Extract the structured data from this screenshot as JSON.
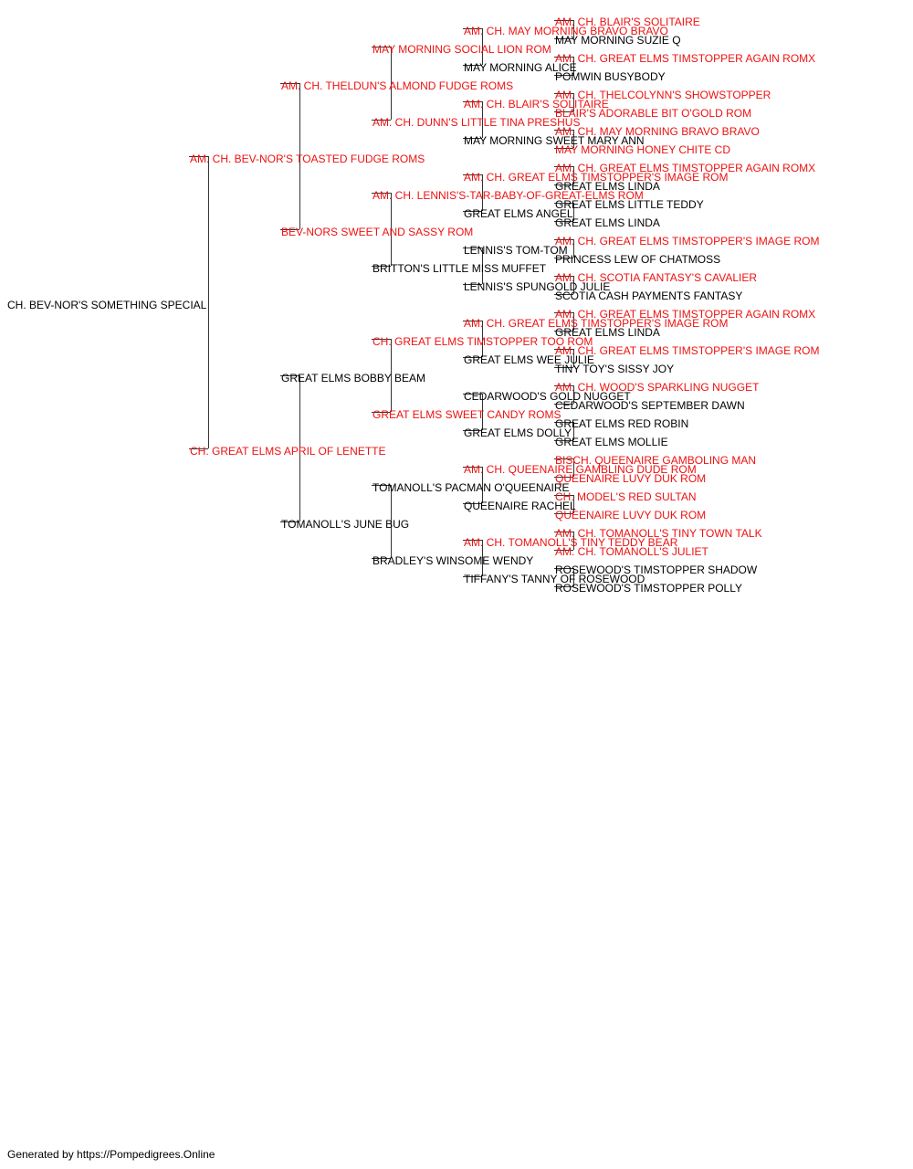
{
  "colors": {
    "titled": "#ee1111",
    "plain": "#000000",
    "line": "#333333"
  },
  "pedigree": {
    "name": "CH. BEV-NOR'S SOMETHING SPECIAL",
    "titled": false,
    "sire": {
      "name": "AM. CH. BEV-NOR'S TOASTED FUDGE ROMS",
      "titled": true,
      "sire": {
        "name": "AM. CH. THELDUN'S ALMOND FUDGE ROMS",
        "titled": true,
        "sire": {
          "name": "MAY MORNING SOCIAL LION ROM",
          "titled": true,
          "sire": {
            "name": "AM. CH. MAY MORNING BRAVO BRAVO",
            "titled": true,
            "sire": {
              "name": "AM. CH. BLAIR'S SOLITAIRE",
              "titled": true
            },
            "dam": {
              "name": "MAY MORNING SUZIE Q",
              "titled": false
            }
          },
          "dam": {
            "name": "MAY MORNING ALICE",
            "titled": false,
            "sire": {
              "name": "AM. CH. GREAT ELMS TIMSTOPPER AGAIN ROMX",
              "titled": true
            },
            "dam": {
              "name": "POMWIN BUSYBODY",
              "titled": false
            }
          }
        },
        "dam": {
          "name": "AM. CH. DUNN'S LITTLE TINA PRESHUS",
          "titled": true,
          "sire": {
            "name": "AM. CH. BLAIR'S SOLITAIRE",
            "titled": true,
            "sire": {
              "name": "AM. CH. THELCOLYNN'S SHOWSTOPPER",
              "titled": true
            },
            "dam": {
              "name": "BLAIR'S ADORABLE BIT O'GOLD ROM",
              "titled": true
            }
          },
          "dam": {
            "name": "MAY MORNING SWEET MARY ANN",
            "titled": false,
            "sire": {
              "name": "AM. CH. MAY MORNING BRAVO BRAVO",
              "titled": true
            },
            "dam": {
              "name": "MAY MORNING HONEY CHITE CD",
              "titled": true
            }
          }
        }
      },
      "dam": {
        "name": "BEV-NORS SWEET AND SASSY ROM",
        "titled": true,
        "sire": {
          "name": "AM. CH. LENNIS'S-TAR-BABY-OF-GREAT-ELMS ROM",
          "titled": true,
          "sire": {
            "name": "AM. CH. GREAT ELMS TIMSTOPPER'S IMAGE ROM",
            "titled": true,
            "sire": {
              "name": "AM. CH. GREAT ELMS TIMSTOPPER AGAIN ROMX",
              "titled": true
            },
            "dam": {
              "name": "GREAT ELMS LINDA",
              "titled": false
            }
          },
          "dam": {
            "name": "GREAT ELMS ANGEL",
            "titled": false,
            "sire": {
              "name": "GREAT ELMS LITTLE TEDDY",
              "titled": false
            },
            "dam": {
              "name": "GREAT ELMS LINDA",
              "titled": false
            }
          }
        },
        "dam": {
          "name": "BRITTON'S LITTLE MISS MUFFET",
          "titled": false,
          "sire": {
            "name": "LENNIS'S TOM-TOM",
            "titled": false,
            "sire": {
              "name": "AM. CH. GREAT ELMS TIMSTOPPER'S IMAGE ROM",
              "titled": true
            },
            "dam": {
              "name": "PRINCESS LEW OF CHATMOSS",
              "titled": false
            }
          },
          "dam": {
            "name": "LENNIS'S SPUNGOLD JULIE",
            "titled": false,
            "sire": {
              "name": "AM. CH. SCOTIA FANTASY'S CAVALIER",
              "titled": true
            },
            "dam": {
              "name": "SCOTIA CASH PAYMENTS FANTASY",
              "titled": false
            }
          }
        }
      }
    },
    "dam": {
      "name": "CH. GREAT ELMS APRIL OF LENETTE",
      "titled": true,
      "sire": {
        "name": "GREAT ELMS BOBBY BEAM",
        "titled": false,
        "sire": {
          "name": "CH. GREAT ELMS TIMSTOPPER TOO ROM",
          "titled": true,
          "sire": {
            "name": "AM. CH. GREAT ELMS TIMSTOPPER'S IMAGE ROM",
            "titled": true,
            "sire": {
              "name": "AM. CH. GREAT ELMS TIMSTOPPER AGAIN ROMX",
              "titled": true
            },
            "dam": {
              "name": "GREAT ELMS LINDA",
              "titled": false
            }
          },
          "dam": {
            "name": "GREAT ELMS WEE JULIE",
            "titled": false,
            "sire": {
              "name": "AM. CH. GREAT ELMS TIMSTOPPER'S IMAGE ROM",
              "titled": true
            },
            "dam": {
              "name": "TINY TOY'S SISSY JOY",
              "titled": false
            }
          }
        },
        "dam": {
          "name": "GREAT ELMS SWEET CANDY ROMS",
          "titled": true,
          "sire": {
            "name": "CEDARWOOD'S GOLD NUGGET",
            "titled": false,
            "sire": {
              "name": "AM. CH. WOOD'S SPARKLING NUGGET",
              "titled": true
            },
            "dam": {
              "name": "CEDARWOOD'S SEPTEMBER DAWN",
              "titled": false
            }
          },
          "dam": {
            "name": "GREAT ELMS DOLLY",
            "titled": false,
            "sire": {
              "name": "GREAT ELMS RED ROBIN",
              "titled": false
            },
            "dam": {
              "name": "GREAT ELMS MOLLIE",
              "titled": false
            }
          }
        }
      },
      "dam": {
        "name": "TOMANOLL'S JUNE BUG",
        "titled": false,
        "sire": {
          "name": "TOMANOLL'S PACMAN O'QUEENAIRE",
          "titled": false,
          "sire": {
            "name": "AM. CH. QUEENAIRE GAMBLING DUDE ROM",
            "titled": true,
            "sire": {
              "name": "BISCH. QUEENAIRE GAMBOLING MAN",
              "titled": true
            },
            "dam": {
              "name": "QUEENAIRE LUVY DUK ROM",
              "titled": true
            }
          },
          "dam": {
            "name": "QUEENAIRE RACHEL",
            "titled": false,
            "sire": {
              "name": "CH. MODEL'S RED SULTAN",
              "titled": true
            },
            "dam": {
              "name": "QUEENAIRE LUVY DUK ROM",
              "titled": true
            }
          }
        },
        "dam": {
          "name": "BRADLEY'S WINSOME WENDY",
          "titled": false,
          "sire": {
            "name": "AM. CH. TOMANOLL'S TINY TEDDY BEAR",
            "titled": true,
            "sire": {
              "name": "AM. CH. TOMANOLL'S TINY TOWN TALK",
              "titled": true
            },
            "dam": {
              "name": "AM. CH. TOMANOLL'S JULIET",
              "titled": true
            }
          },
          "dam": {
            "name": "TIFFANY'S TANNY OF ROSEWOOD",
            "titled": false,
            "sire": {
              "name": "ROSEWOOD'S TIMSTOPPER SHADOW",
              "titled": false
            },
            "dam": {
              "name": "ROSEWOOD'S TIMSTOPPER POLLY",
              "titled": false
            }
          }
        }
      }
    }
  },
  "footer": {
    "credit": "Generated by https://Pompedigrees.Online"
  }
}
